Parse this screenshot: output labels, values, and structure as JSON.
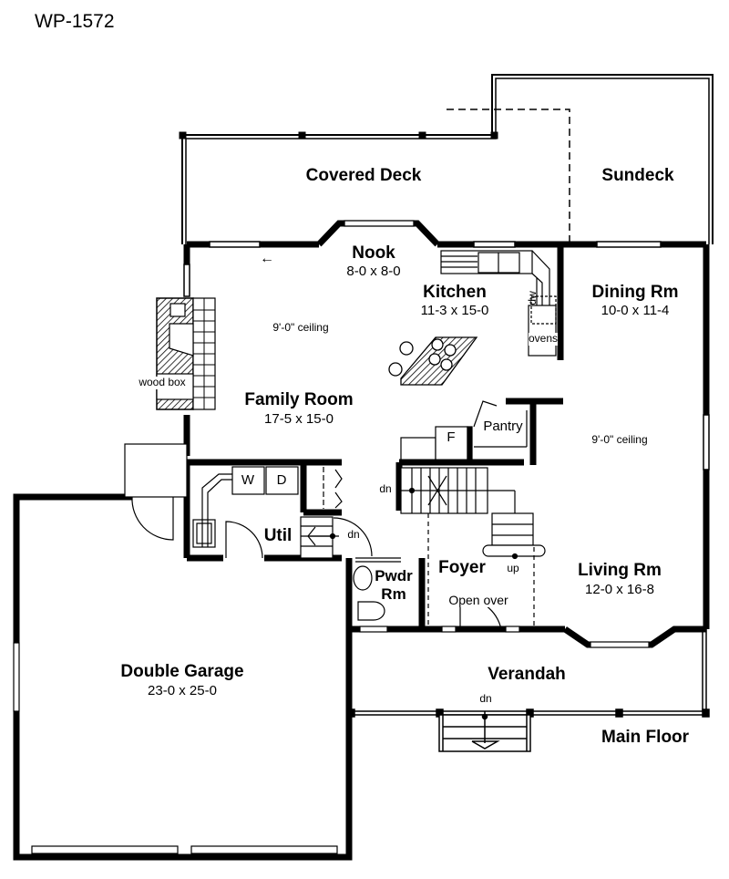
{
  "plan": {
    "id": "WP-1572",
    "floor_name": "Main Floor"
  },
  "rooms": {
    "covered_deck": {
      "name": "Covered Deck"
    },
    "sundeck": {
      "name": "Sundeck"
    },
    "nook": {
      "name": "Nook",
      "dims": "8-0 x 8-0"
    },
    "kitchen": {
      "name": "Kitchen",
      "dims": "11-3 x 15-0"
    },
    "dining": {
      "name": "Dining Rm",
      "dims": "10-0 x 11-4"
    },
    "family": {
      "name": "Family Room",
      "dims": "17-5 x 15-0",
      "ceiling": "9'-0\" ceiling"
    },
    "living": {
      "name": "Living Rm",
      "dims": "12-0 x 16-8",
      "ceiling": "9'-0\" ceiling"
    },
    "util": {
      "name": "Util"
    },
    "pwdr": {
      "name": "Pwdr",
      "name2": "Rm"
    },
    "foyer": {
      "name": "Foyer",
      "note": "Open over"
    },
    "garage": {
      "name": "Double Garage",
      "dims": "23-0 x 25-0"
    },
    "verandah": {
      "name": "Verandah"
    }
  },
  "fixtures": {
    "wood_box": "wood box",
    "dw": "dw",
    "ovens": "ovens",
    "pantry": "Pantry",
    "fridge": "F",
    "washer": "W",
    "dryer": "D",
    "stairs_dn": "dn",
    "stairs_up": "up",
    "arrow": "←"
  }
}
